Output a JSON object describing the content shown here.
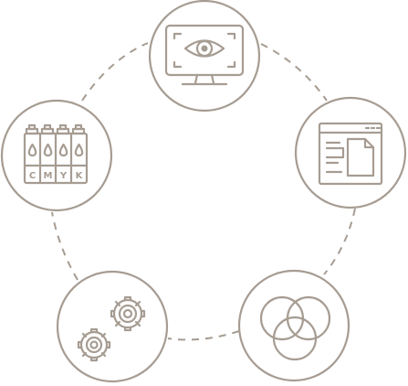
{
  "colors": {
    "stroke": "#a69c92",
    "background": "#ffffff"
  },
  "diagram": {
    "layout": "circular-cycle",
    "connector_style": "dashed",
    "nodes": [
      {
        "id": "monitor",
        "icon": "monitor-eye-icon"
      },
      {
        "id": "document",
        "icon": "browser-document-icon"
      },
      {
        "id": "color-circles",
        "icon": "venn-color-circles-icon"
      },
      {
        "id": "gears",
        "icon": "gears-icon"
      },
      {
        "id": "ink-cartridges",
        "icon": "cmyk-ink-cartridges-icon",
        "labels": [
          "C",
          "M",
          "Y",
          "K"
        ]
      }
    ]
  }
}
